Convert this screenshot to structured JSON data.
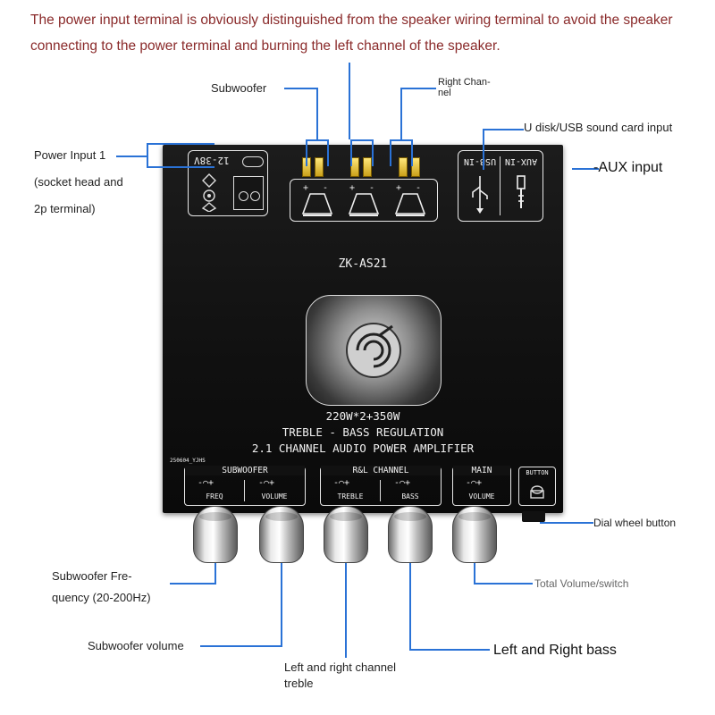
{
  "intro_text": "The power input terminal is obviously distinguished from the speaker wiring terminal to avoid the speaker connecting to the power terminal and burning the left channel of the speaker.",
  "callouts": {
    "subwoofer": "Subwoofer",
    "right_channel": "Right Chan-\nnel",
    "usb_input": "U disk/USB sound card input",
    "aux_input": "-AUX input",
    "power_input_1": "Power Input 1",
    "power_input_note_1": "(socket head and",
    "power_input_note_2": "2p terminal)",
    "dial_button": "Dial wheel button",
    "total_volume": "Total Volume/switch",
    "subwoofer_freq_1": "Subwoofer Fre-",
    "subwoofer_freq_2": "quency (20-200Hz)",
    "subwoofer_volume": "Subwoofer volume",
    "lr_bass": "Left and Right bass",
    "lr_treble_1": "Left and right channel",
    "lr_treble_2": "treble"
  },
  "board": {
    "voltage_label": "12-38V",
    "usb_label": "USB-IN",
    "aux_label": "AUX-IN",
    "model": "ZK-AS21",
    "power_rating": "220W*2+350W",
    "line_2": "TREBLE - BASS REGULATION",
    "line_3": "2.1 CHANNEL AUDIO POWER AMPLIFIER",
    "serial": "250604_YJHS",
    "groups": {
      "subwoofer": "SUBWOOFER",
      "rl_channel": "R&L CHANNEL",
      "main": "MAIN",
      "button": "BUTTON"
    },
    "knob_labels": {
      "freq": "FREQ",
      "sub_volume": "VOLUME",
      "treble": "TREBLE",
      "bass": "BASS",
      "main_volume": "VOLUME"
    }
  }
}
